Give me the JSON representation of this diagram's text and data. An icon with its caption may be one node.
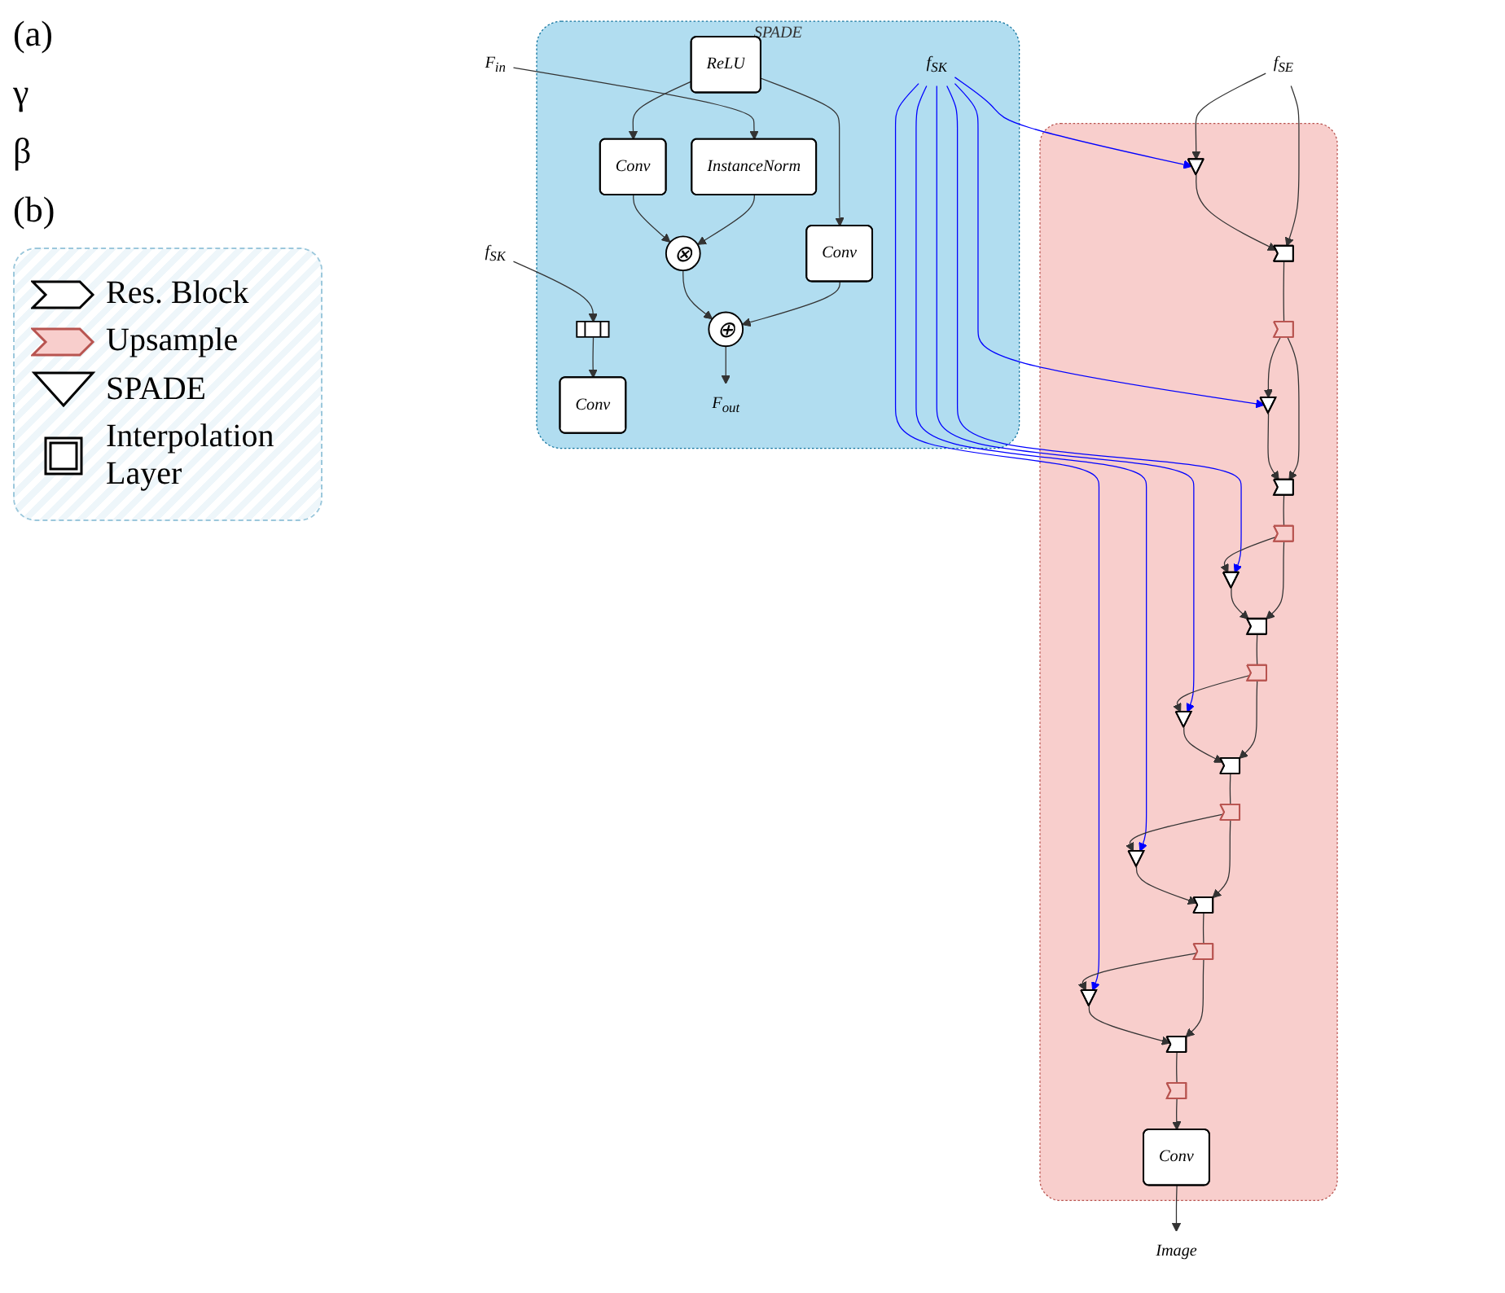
{
  "diagram": {
    "nodes": [
      {
        "text": [
          "SPADE"
        ]
      },
      {
        "text": [
          "f$_{SK}$"
        ]
      },
      {
        "text": [
          "F$_{in}$"
        ]
      },
      {
        "text": [],
        "shape": "box",
        "in": 0
      },
      {
        "text": [
          "Conv"
        ],
        "in": 0
      },
      {
        "text": [
          "ReLU"
        ],
        "in": 0
      },
      {
        "text": [
          "Conv"
        ],
        "in": 0
      },
      {
        "text": [
          "Conv"
        ],
        "in": 0
      },
      {
        "text": [
          "InstanceNorm"
        ],
        "in": 0
      },
      {
        "text": [
          "⊗"
        ],
        "in": 0
      },
      {
        "text": [
          "⊕"
        ],
        "in": 0
      },
      {
        "text": [
          "F$_{out}$"
        ],
        "in": 0
      },
      {
        "text": [
          "f$_{SK}$"
        ],
        "in": 0
      },
      {
        "text": [],
        "shape": "box"
      },
      {
        "text": [],
        "shape": "triangle",
        "in": 13
      },
      {
        "text": [],
        "shape": "triangle",
        "in": 13
      },
      {
        "text": [],
        "shape": "triangle",
        "in": 13
      },
      {
        "text": [],
        "shape": "triangle",
        "in": 13
      },
      {
        "text": [],
        "shape": "chevron",
        "in": 13
      },
      {
        "text": [],
        "shape": "chevron",
        "in": 13
      },
      {
        "text": [],
        "shape": "chevron",
        "in": 13
      },
      {
        "text": [],
        "shape": "chevron",
        "in": 13
      },
      {
        "text": [],
        "shape": "chevron",
        "in": 13
      },
      {
        "text": [],
        "shape": "chevron",
        "in": 13
      },
      {
        "text": [],
        "shape": "chevron",
        "in": 13
      },
      {
        "text": [],
        "shape": "chevron",
        "in": 13
      },
      {
        "text": [],
        "shape": "triangle",
        "in": 13
      },
      {
        "text": [],
        "shape": "triangle",
        "in": 13
      },
      {
        "text": [],
        "shape": "chevron",
        "in": 13
      },
      {
        "text": [],
        "shape": "chevron",
        "in": 13
      },
      {
        "text": [],
        "shape": "chevron",
        "in": 13
      },
      {
        "text": [],
        "shape": "chevron",
        "in": 13
      },
      {
        "text": [
          "Conv"
        ],
        "in": 13
      },
      {
        "text": [
          "f$_{SE}$"
        ]
      },
      {
        "text": [
          "Image"
        ]
      }
    ],
    "edges": [
      {
        "from": 1,
        "to": 3,
        "arrow": "to"
      },
      {
        "from": 3,
        "to": 4,
        "arrow": "to"
      },
      {
        "from": 5,
        "to": 6,
        "arrow": "to"
      },
      {
        "from": 5,
        "to": 7,
        "arrow": "to"
      },
      {
        "from": 6,
        "to": 10,
        "arrow": "to"
      },
      {
        "from": 2,
        "to": 8,
        "arrow": "to"
      },
      {
        "from": 8,
        "to": 9,
        "arrow": "to"
      },
      {
        "from": 7,
        "to": 9,
        "arrow": "to"
      },
      {
        "from": 9,
        "to": 10,
        "arrow": "to"
      },
      {
        "from": 10,
        "to": 11,
        "arrow": "to"
      },
      {
        "from": 12,
        "to": 14,
        "arrow": "to",
        "color": "#0000ff"
      },
      {
        "from": 12,
        "to": 15,
        "arrow": "to",
        "color": "#0000ff"
      },
      {
        "from": 12,
        "to": 16,
        "arrow": "to",
        "color": "#0000ff"
      },
      {
        "from": 12,
        "to": 17,
        "arrow": "to",
        "color": "#0000ff"
      },
      {
        "from": 12,
        "to": 26,
        "arrow": "to",
        "color": "#0000ff"
      },
      {
        "from": 12,
        "to": 27,
        "arrow": "to",
        "color": "#0000ff"
      },
      {
        "from": 33,
        "to": 18,
        "arrow": "to"
      },
      {
        "from": 33,
        "to": 14,
        "arrow": "to"
      },
      {
        "from": 14,
        "to": 18,
        "arrow": "to"
      },
      {
        "from": 18,
        "to": 19,
        "arrow": "none"
      },
      {
        "from": 19,
        "to": 20,
        "arrow": "to"
      },
      {
        "from": 19,
        "to": 15,
        "arrow": "to"
      },
      {
        "from": 15,
        "to": 20,
        "arrow": "to"
      },
      {
        "from": 20,
        "to": 21,
        "arrow": "none"
      },
      {
        "from": 21,
        "to": 22,
        "arrow": "to"
      },
      {
        "from": 21,
        "to": 16,
        "arrow": "to"
      },
      {
        "from": 16,
        "to": 22,
        "arrow": "to"
      },
      {
        "from": 22,
        "to": 23,
        "arrow": "none"
      },
      {
        "from": 23,
        "to": 24,
        "arrow": "to"
      },
      {
        "from": 23,
        "to": 17,
        "arrow": "to"
      },
      {
        "from": 17,
        "to": 24,
        "arrow": "to"
      },
      {
        "from": 24,
        "to": 25,
        "arrow": "none"
      },
      {
        "from": 25,
        "to": 31,
        "arrow": "to"
      },
      {
        "from": 25,
        "to": 27,
        "arrow": "to"
      },
      {
        "from": 27,
        "to": 31,
        "arrow": "to"
      },
      {
        "from": 31,
        "to": 30,
        "arrow": "none"
      },
      {
        "from": 30,
        "to": 29,
        "arrow": "to"
      },
      {
        "from": 30,
        "to": 26,
        "arrow": "to"
      },
      {
        "from": 26,
        "to": 29,
        "arrow": "to"
      },
      {
        "from": 29,
        "to": 28,
        "arrow": "none"
      },
      {
        "from": 28,
        "to": 32,
        "arrow": "to"
      },
      {
        "from": 32,
        "to": 34,
        "arrow": "to"
      }
    ],
    "labels": [
      "(a)",
      "γ",
      "β",
      "(b)"
    ],
    "legend": [
      {
        "text": "Res. Block"
      },
      {
        "text": "Upsample"
      },
      {
        "text": "SPADE"
      },
      {
        "text": "Interpolation Layer"
      }
    ]
  }
}
